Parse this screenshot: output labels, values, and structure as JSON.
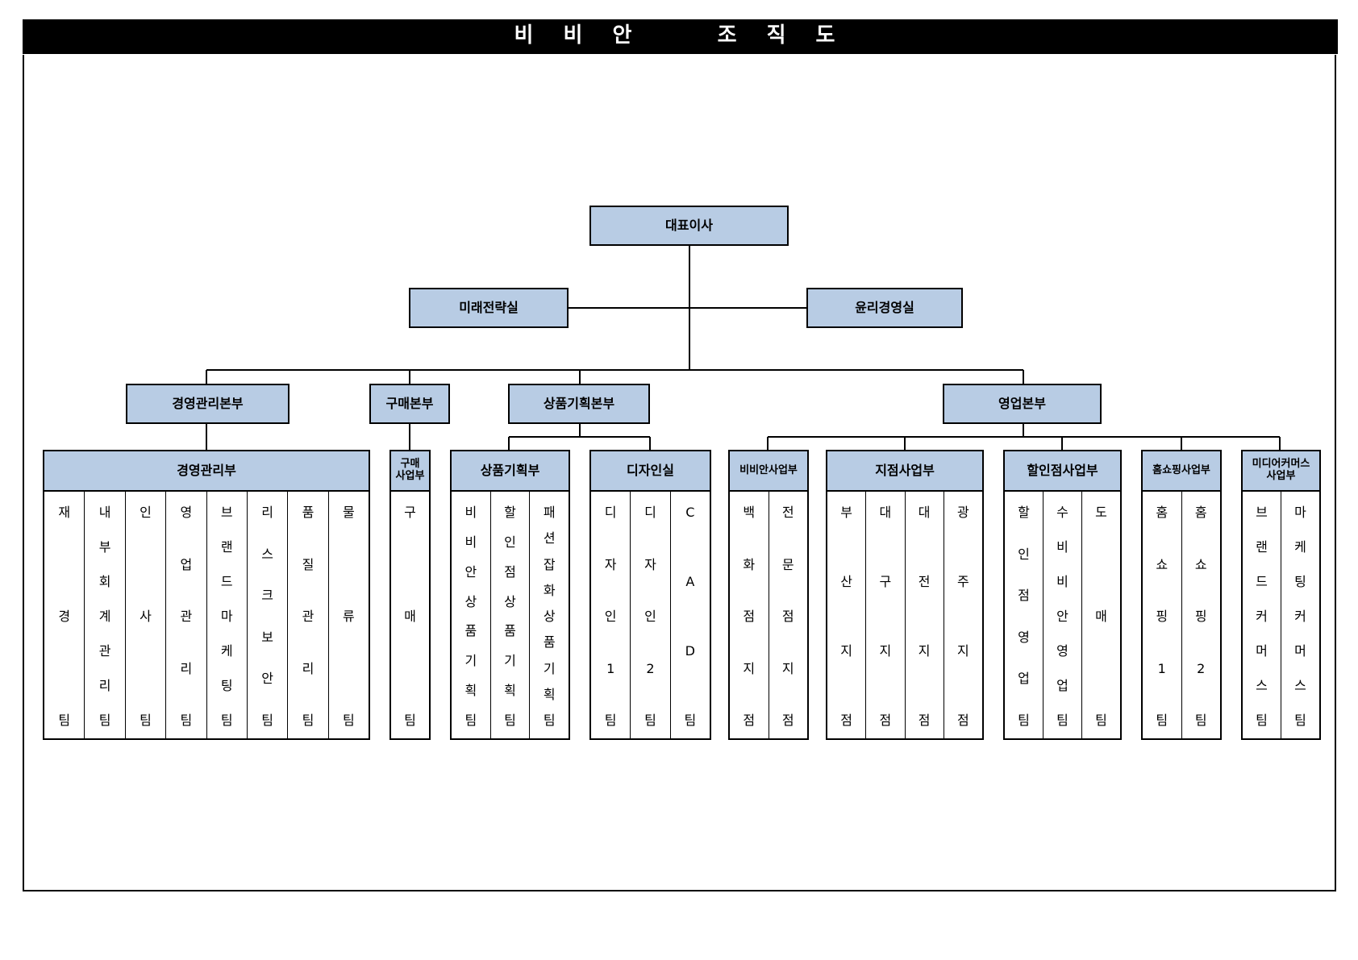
{
  "title": "비 비 안    조 직 도",
  "top": {
    "ceo": "대표이사",
    "left_staff": "미래전략실",
    "right_staff": "윤리경영실"
  },
  "divisions": [
    {
      "id": "management",
      "name": "경영관리본부"
    },
    {
      "id": "purchasing",
      "name": "구매본부"
    },
    {
      "id": "planning",
      "name": "상품기획본부"
    },
    {
      "id": "sales",
      "name": "영업본부"
    }
  ],
  "departments": [
    {
      "name": "경영관리부",
      "teams": [
        "재경팀",
        "내부회계관리팀",
        "인사팀",
        "영업관리팀",
        "브랜드마케팅팀",
        "리스크보안팀",
        "품질관리팀",
        "물류팀"
      ]
    },
    {
      "name": "구매\n사업부",
      "teams": [
        "구매팀"
      ]
    },
    {
      "name": "상품기획부",
      "teams": [
        "비비안상품기획팀",
        "할인점상품기획팀",
        "패션잡화상품기획팀"
      ]
    },
    {
      "name": "디자인실",
      "teams": [
        "디자인1팀",
        "디자인2팀",
        "CAD팀"
      ]
    },
    {
      "name": "비비안사업부",
      "teams": [
        "백화점지점",
        "전문점지점"
      ]
    },
    {
      "name": "지점사업부",
      "teams": [
        "부산지점",
        "대구지점",
        "대전지점",
        "광주지점"
      ]
    },
    {
      "name": "할인점사업부",
      "teams": [
        "할인점영업팀",
        "수비비안영업팀",
        "도매팀"
      ]
    },
    {
      "name": "홈쇼핑사업부",
      "teams": [
        "홈쇼핑1팀",
        "홈쇼핑2팀"
      ]
    },
    {
      "name": "미디어커머스\n사업부",
      "teams": [
        "브랜드커머스팀",
        "마케팅커머스팀"
      ]
    }
  ]
}
